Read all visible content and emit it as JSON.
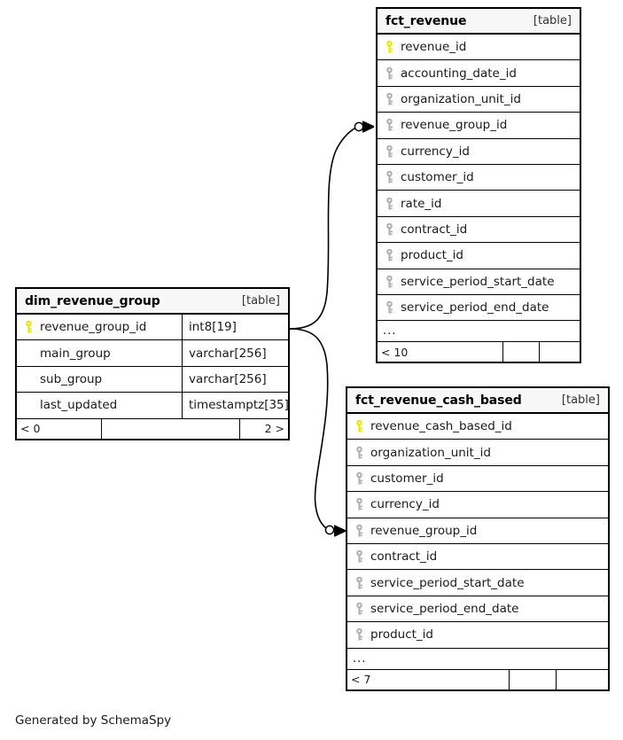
{
  "diagram": {
    "title": "SchemaSpy relationships diagram",
    "credit": "Generated by SchemaSpy",
    "table_tag": "[table]",
    "ellipsis": "...",
    "pk_icon": "yellow-key-icon",
    "fk_icon": "gray-key-icon"
  },
  "tables": [
    {
      "id": "fct_revenue",
      "name": "fct_revenue",
      "tag": "[table]",
      "columns": [
        {
          "name": "revenue_id",
          "key": "pk",
          "type": ""
        },
        {
          "name": "accounting_date_id",
          "key": "fk",
          "type": ""
        },
        {
          "name": "organization_unit_id",
          "key": "fk",
          "type": ""
        },
        {
          "name": "revenue_group_id",
          "key": "fk",
          "type": ""
        },
        {
          "name": "currency_id",
          "key": "fk",
          "type": ""
        },
        {
          "name": "customer_id",
          "key": "fk",
          "type": ""
        },
        {
          "name": "rate_id",
          "key": "fk",
          "type": ""
        },
        {
          "name": "contract_id",
          "key": "fk",
          "type": ""
        },
        {
          "name": "product_id",
          "key": "fk",
          "type": ""
        },
        {
          "name": "service_period_start_date",
          "key": "fk",
          "type": ""
        },
        {
          "name": "service_period_end_date",
          "key": "fk",
          "type": ""
        }
      ],
      "more_indicator": "...",
      "footer": {
        "left": "< 10",
        "middle": "",
        "right": ""
      }
    },
    {
      "id": "dim_revenue_group",
      "name": "dim_revenue_group",
      "tag": "[table]",
      "columns": [
        {
          "name": "revenue_group_id",
          "key": "pk",
          "type": "int8[19]"
        },
        {
          "name": "main_group",
          "key": "none",
          "type": "varchar[256]"
        },
        {
          "name": "sub_group",
          "key": "none",
          "type": "varchar[256]"
        },
        {
          "name": "last_updated",
          "key": "none",
          "type": "timestamptz[35]"
        }
      ],
      "more_indicator": "",
      "footer": {
        "left": "< 0",
        "middle": "",
        "right": "2 >"
      }
    },
    {
      "id": "fct_revenue_cash_based",
      "name": "fct_revenue_cash_based",
      "tag": "[table]",
      "columns": [
        {
          "name": "revenue_cash_based_id",
          "key": "pk",
          "type": ""
        },
        {
          "name": "organization_unit_id",
          "key": "fk",
          "type": ""
        },
        {
          "name": "customer_id",
          "key": "fk",
          "type": ""
        },
        {
          "name": "currency_id",
          "key": "fk",
          "type": ""
        },
        {
          "name": "revenue_group_id",
          "key": "fk",
          "type": ""
        },
        {
          "name": "contract_id",
          "key": "fk",
          "type": ""
        },
        {
          "name": "service_period_start_date",
          "key": "fk",
          "type": ""
        },
        {
          "name": "service_period_end_date",
          "key": "fk",
          "type": ""
        },
        {
          "name": "product_id",
          "key": "fk",
          "type": ""
        }
      ],
      "more_indicator": "...",
      "footer": {
        "left": "< 7",
        "middle": "",
        "right": ""
      }
    }
  ],
  "relationships": [
    {
      "id": "rel-dim-to-fct-revenue",
      "from_table": "dim_revenue_group",
      "from_column": "revenue_group_id",
      "to_table": "fct_revenue",
      "to_column": "revenue_group_id",
      "from_cardinality": "one",
      "to_cardinality": "zero-or-many"
    },
    {
      "id": "rel-dim-to-fct-revenue-cash-based",
      "from_table": "dim_revenue_group",
      "from_column": "revenue_group_id",
      "to_table": "fct_revenue_cash_based",
      "to_column": "revenue_group_id",
      "from_cardinality": "one",
      "to_cardinality": "zero-or-many"
    }
  ],
  "colors": {
    "pk_key": "#e8e800",
    "fk_key": "#b0b0b0",
    "border": "#000000",
    "header_bg": "#f7f7f7",
    "background": "#ffffff"
  }
}
